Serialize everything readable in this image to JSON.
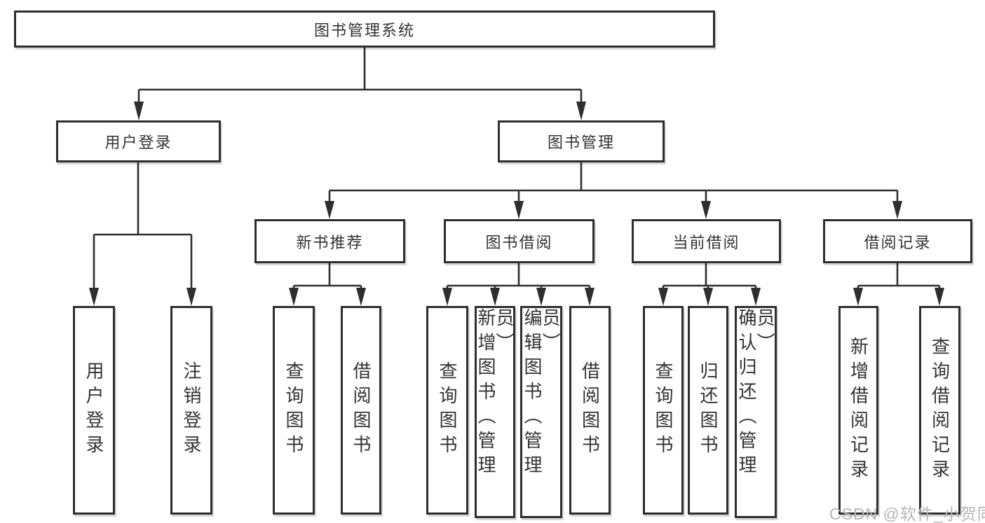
{
  "diagram_title": "图书管理系统",
  "colors": {
    "line": "#2e2e2e",
    "text": "#333333",
    "background": "#ffffff",
    "watermark": "#b5b5b5"
  },
  "tree": {
    "root": {
      "label": "图书管理系统"
    },
    "branches": [
      {
        "label": "用户登录",
        "children": [
          {
            "label": "用户登录"
          },
          {
            "label": "注销登录"
          }
        ]
      },
      {
        "label": "图书管理",
        "children": [
          {
            "label": "新书推荐",
            "children": [
              {
                "label": "查询图书"
              },
              {
                "label": "借阅图书"
              }
            ]
          },
          {
            "label": "图书借阅",
            "children": [
              {
                "label": "查询图书"
              },
              {
                "label": "新增图书（管理员）"
              },
              {
                "label": "编辑图书（管理员）"
              },
              {
                "label": "借阅图书"
              }
            ]
          },
          {
            "label": "当前借阅",
            "children": [
              {
                "label": "查询图书"
              },
              {
                "label": "归还图书"
              },
              {
                "label": "确认归还（管理员）"
              }
            ]
          },
          {
            "label": "借阅记录",
            "children": [
              {
                "label": "新增借阅记录"
              },
              {
                "label": "查询借阅记录"
              }
            ]
          }
        ]
      }
    ]
  },
  "watermark": {
    "text": "CSDN @软件_小贺同学"
  }
}
